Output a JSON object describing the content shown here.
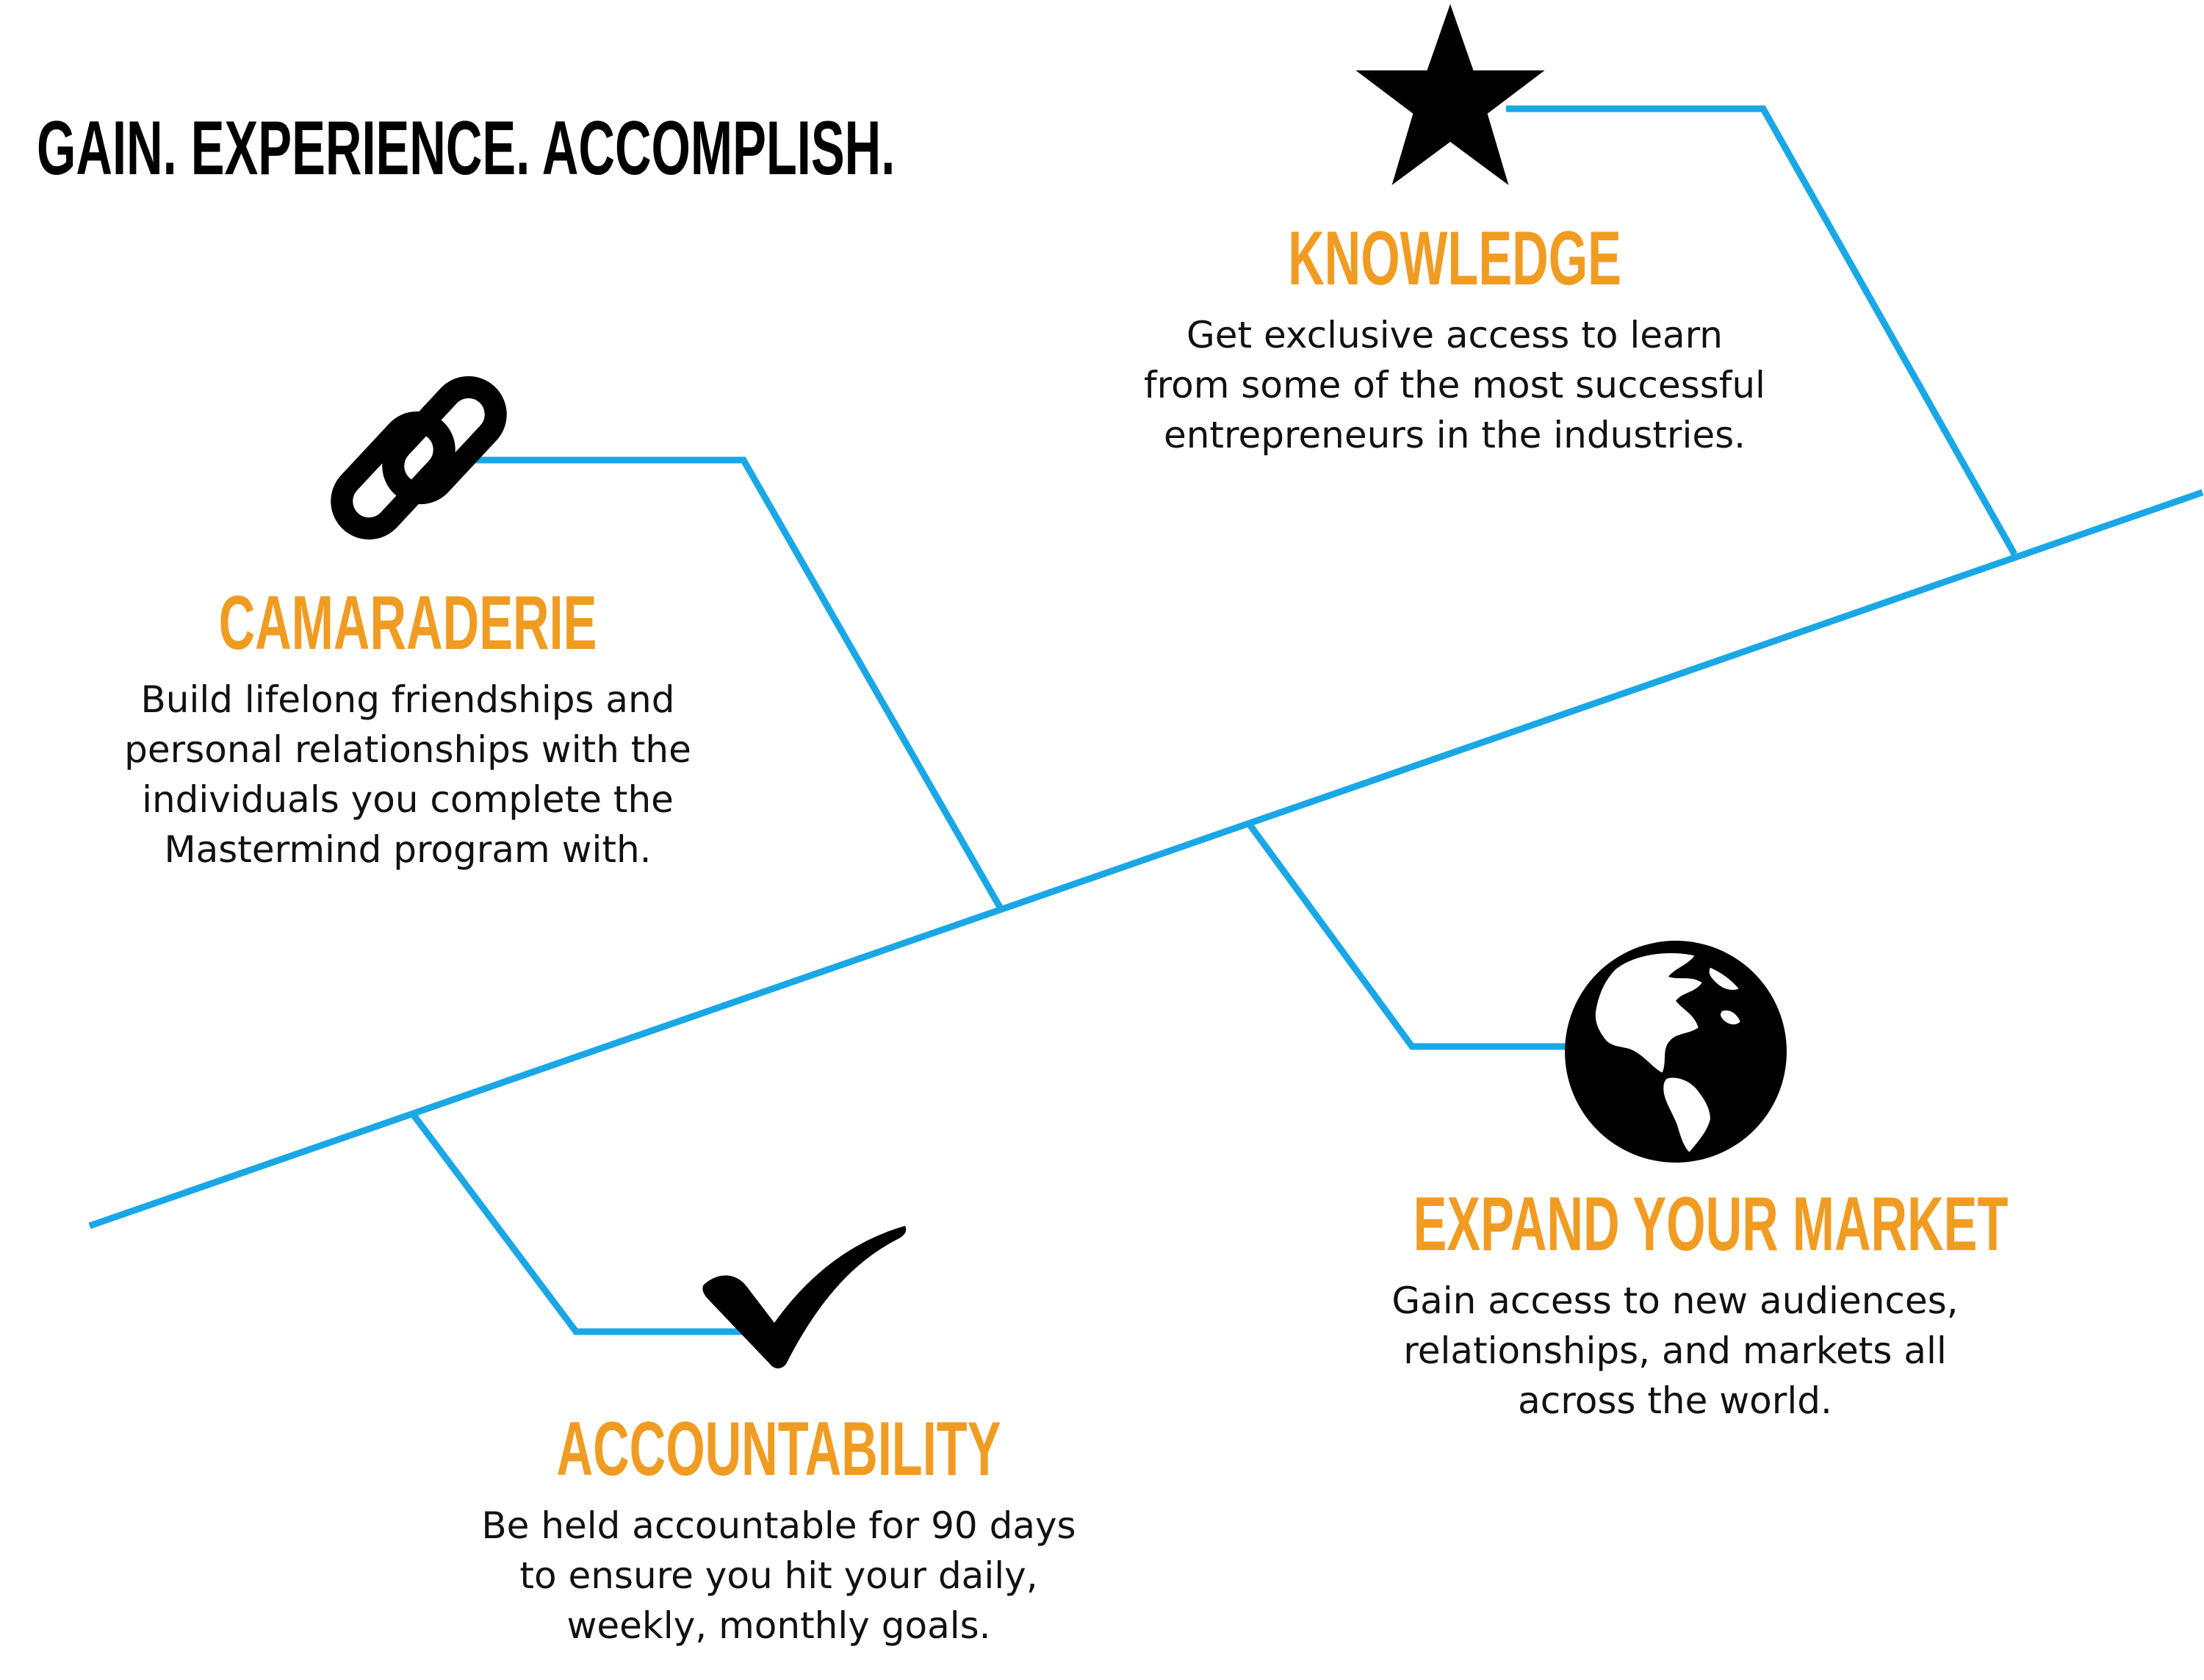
{
  "header": {
    "title": "GAIN. EXPERIENCE. ACCOMPLISH."
  },
  "colors": {
    "line": "#1aa7e6",
    "accent": "#f09c22",
    "icon": "#000000"
  },
  "items": [
    {
      "title": "KNOWLEDGE",
      "icon": "star-icon",
      "lines": [
        "Get exclusive access to learn",
        "from some of the most successful",
        "entrepreneurs in the industries."
      ]
    },
    {
      "title": "CAMARADERIE",
      "icon": "chain-link-icon",
      "lines": [
        "Build lifelong friendships and",
        "personal relationships with the",
        "individuals you complete the",
        "Mastermind program with."
      ]
    },
    {
      "title": "EXPAND YOUR MARKET",
      "icon": "globe-icon",
      "lines": [
        "Gain access to new audiences,",
        "relationships, and markets all",
        "across the world."
      ]
    },
    {
      "title": "ACCOUNTABILITY",
      "icon": "checkmark-icon",
      "lines": [
        "Be held accountable for 90 days",
        "to ensure you hit your daily,",
        "weekly, monthly goals."
      ]
    }
  ]
}
